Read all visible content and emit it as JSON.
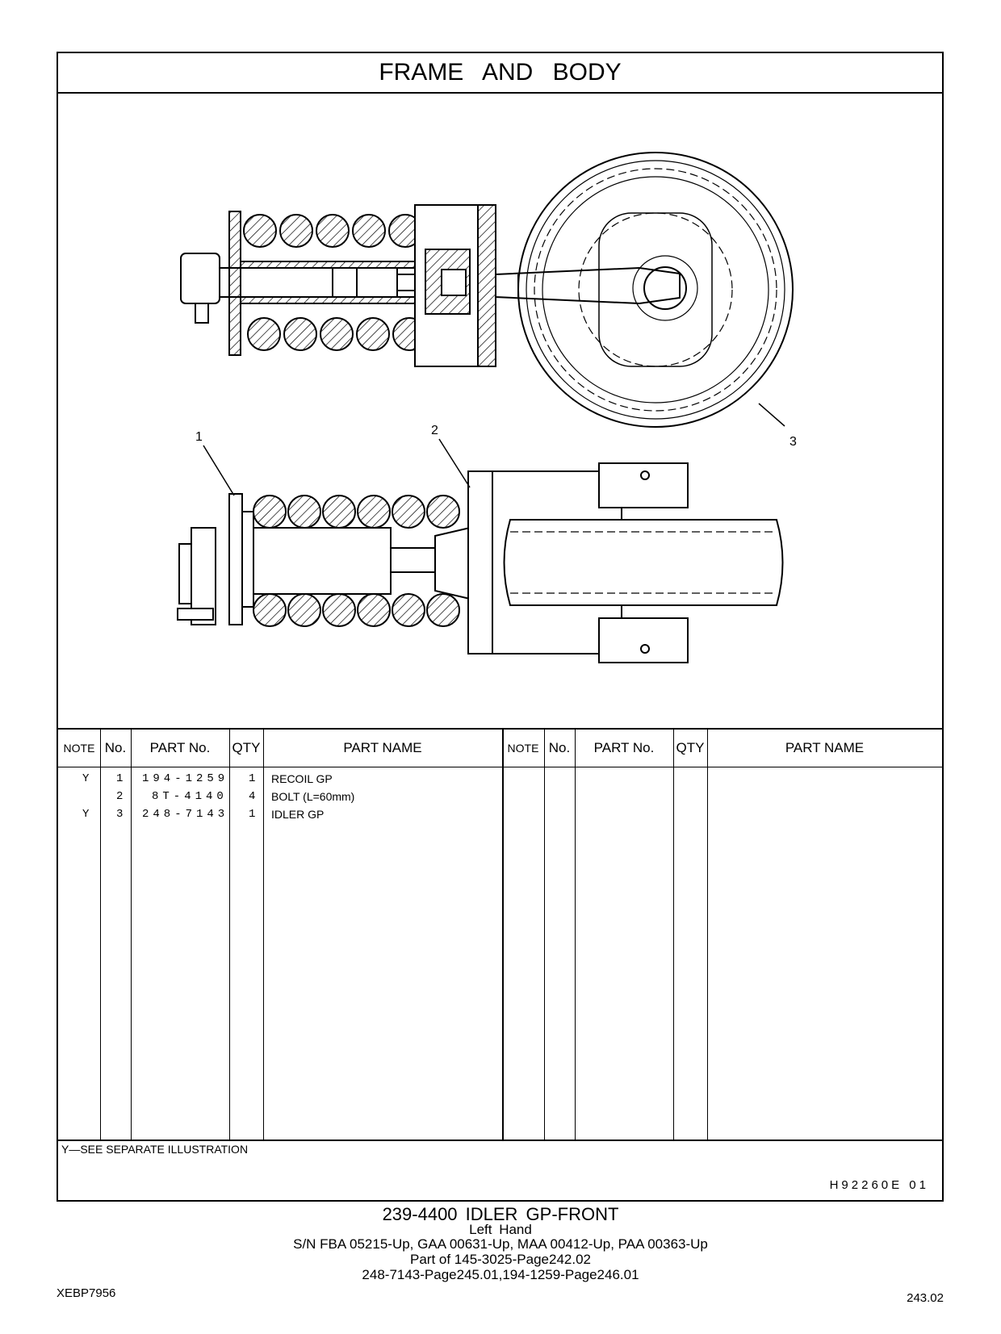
{
  "header": {
    "title": "FRAME AND BODY"
  },
  "callouts": [
    "1",
    "2",
    "3"
  ],
  "table": {
    "columns": [
      "NOTE",
      "No.",
      "PART No.",
      "QTY",
      "PART NAME"
    ],
    "rows": [
      {
        "note": "Y",
        "no": "1",
        "part_no": "194-1259",
        "qty": "1",
        "name": "RECOIL GP"
      },
      {
        "note": "",
        "no": "2",
        "part_no": "8T-4140",
        "qty": "4",
        "name": "BOLT (L=60mm)"
      },
      {
        "note": "Y",
        "no": "3",
        "part_no": "248-7143",
        "qty": "1",
        "name": "IDLER GP"
      }
    ],
    "footnote": "Y—SEE SEPARATE ILLUSTRATION",
    "drawing_number": "H92260E 01"
  },
  "footer": {
    "title": "239-4400  IDLER  GP-FRONT",
    "subtitle": "Left  Hand",
    "serials": "S/N FBA 05215-Up, GAA 00631-Up, MAA 00412-Up, PAA 00363-Up",
    "part_of": "Part of 145-3025-Page242.02",
    "refs": "248-7143-Page245.01,194-1259-Page246.01",
    "doc_id": "XEBP7956",
    "page": "243.02"
  }
}
